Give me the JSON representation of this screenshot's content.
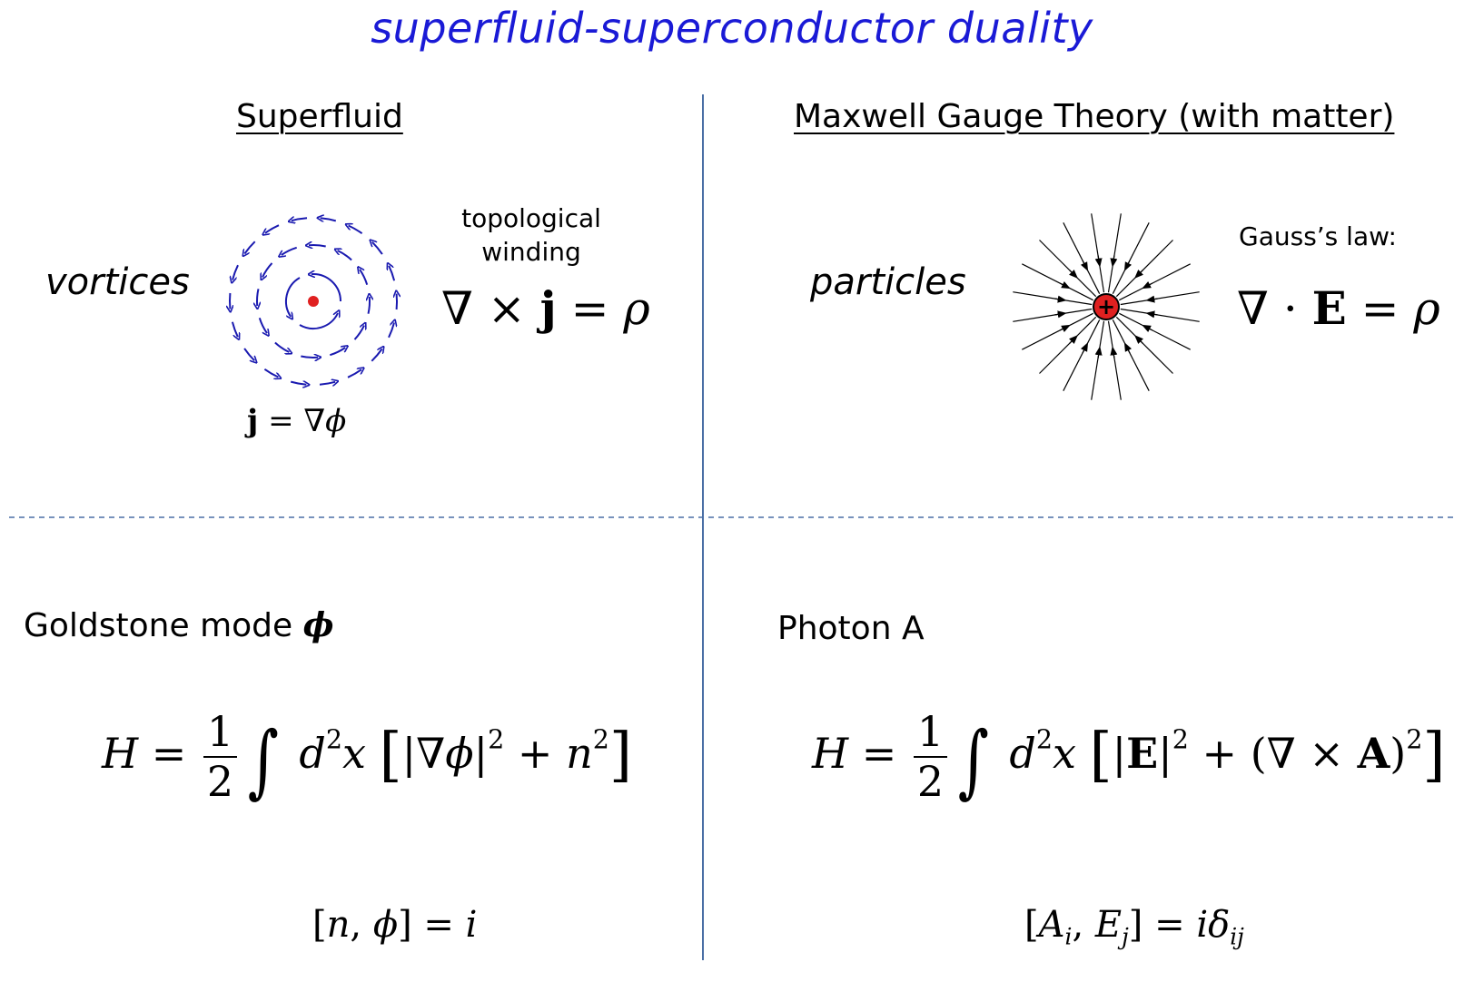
{
  "title": "superfluid-superconductor duality",
  "left": {
    "heading": "Superfluid",
    "objects_label": "vortices",
    "winding_label_line1": "topological",
    "winding_label_line2": "winding",
    "current_eq": {
      "lhs": "j",
      "eq": " = ",
      "grad": "∇",
      "phi": "ϕ"
    },
    "winding_eq": {
      "nabla": "∇",
      "times": " × ",
      "j": "j",
      "eq": " = ",
      "rho": "ρ"
    },
    "mode_label": "Goldstone mode",
    "mode_symbol": "ϕ",
    "hamiltonian": {
      "H": "H",
      "eq": " = ",
      "num": "1",
      "den": "2",
      "int": "∫",
      "d": "d",
      "d_exp": "2",
      "x": "x",
      "lb": "[",
      "bar1": "|",
      "grad": "∇",
      "phi": "ϕ",
      "bar2": "|",
      "exp1": "2",
      "plus": " + ",
      "n": "n",
      "exp2": "2",
      "rb": "]"
    },
    "commutator": {
      "lb": "[",
      "n": "n",
      "comma": ", ",
      "phi": "ϕ",
      "rb": "]",
      "eq": " = ",
      "i": "i"
    }
  },
  "right": {
    "heading": "Maxwell Gauge Theory (with matter)",
    "objects_label": "particles",
    "law_label": "Gauss’s law:",
    "gauss_eq": {
      "nabla": "∇",
      "dot": " · ",
      "E": "E",
      "eq": " = ",
      "rho": "ρ"
    },
    "charge_sign": "+",
    "mode_label": "Photon A",
    "hamiltonian": {
      "H": "H",
      "eq": " = ",
      "num": "1",
      "den": "2",
      "int": "∫",
      "d": "d",
      "d_exp": "2",
      "x": "x",
      "lb": "[",
      "bar1": "|",
      "E": "E",
      "bar2": "|",
      "exp1": "2",
      "plus": " + ",
      "lp": "(",
      "nabla": "∇",
      "times": " × ",
      "A": "A",
      "rp": ")",
      "exp2": "2",
      "rb": "]"
    },
    "commutator": {
      "lb": "[",
      "A": "A",
      "i": "i",
      "comma": ", ",
      "E": "E",
      "j": "j",
      "rb": "]",
      "eq": " = ",
      "i2": "i",
      "delta": "δ",
      "ij": "ij"
    }
  },
  "colors": {
    "title": "#1a1ad6",
    "vortex_arrows": "#1a1ab0",
    "core": "#e02020",
    "divider": "#4a6fa5",
    "field_lines": "#000000"
  }
}
